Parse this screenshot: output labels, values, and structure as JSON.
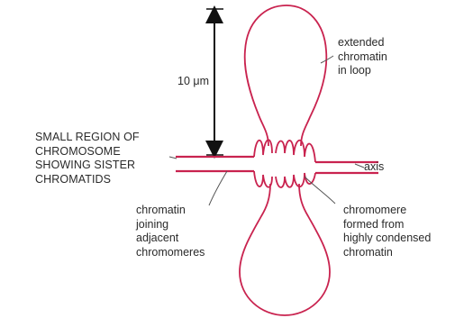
{
  "diagram": {
    "colors": {
      "chromatin": "#c9234f",
      "ink": "#111111",
      "text": "#2a2a2a",
      "leader": "#555555"
    },
    "labels": {
      "scale": "10 μm",
      "extended_loop": "extended\nchromatin\nin loop",
      "small_region": "SMALL REGION OF\nCHROMOSOME\nSHOWING SISTER\nCHROMATIDS",
      "axis": "axis",
      "chromatin_joining": "chromatin\njoining\nadjacent\nchromomeres",
      "chromomere": "chromomere\nformed from\nhighly condensed\nchromatin"
    }
  }
}
